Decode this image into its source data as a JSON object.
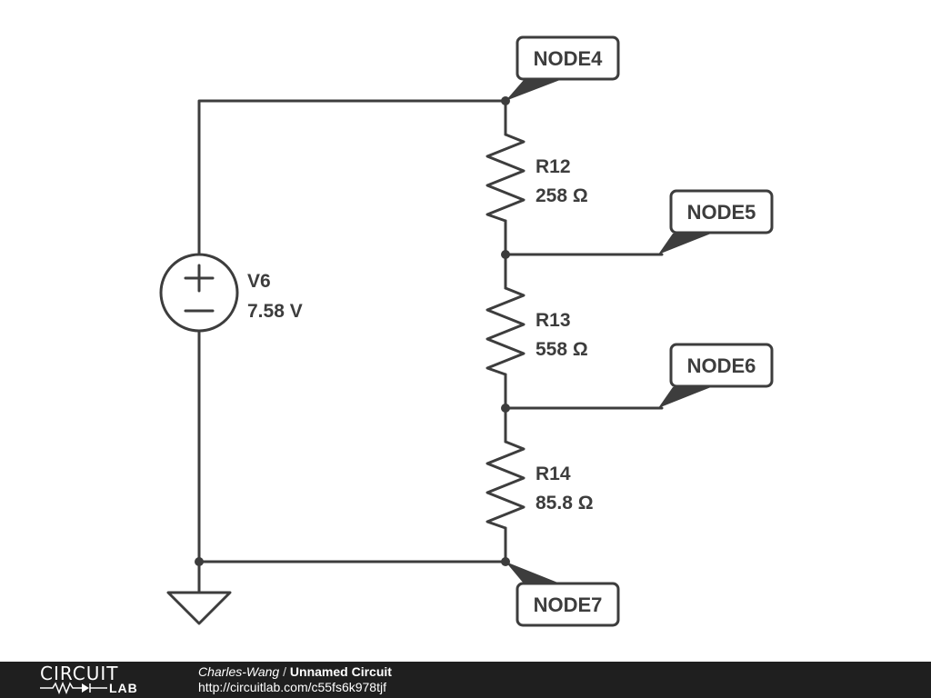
{
  "components": {
    "voltage_source": {
      "name": "V6",
      "value": "7.58 V",
      "plus": "+",
      "minus": "−"
    },
    "resistors": [
      {
        "name": "R12",
        "value": "258 Ω"
      },
      {
        "name": "R13",
        "value": "558 Ω"
      },
      {
        "name": "R14",
        "value": "85.8 Ω"
      }
    ]
  },
  "nodes": [
    "NODE4",
    "NODE5",
    "NODE6",
    "NODE7"
  ],
  "footer": {
    "logo_top": "CIRCUIT",
    "logo_bottom": "LAB",
    "author": "Charles-Wang",
    "separator": " / ",
    "circuit_name": "Unnamed Circuit",
    "url": "http://circuitlab.com/c55fs6k978tjf"
  },
  "colors": {
    "wire": "#3d3d3d",
    "footer_bg": "#1f1f1f",
    "background": "#ffffff"
  }
}
